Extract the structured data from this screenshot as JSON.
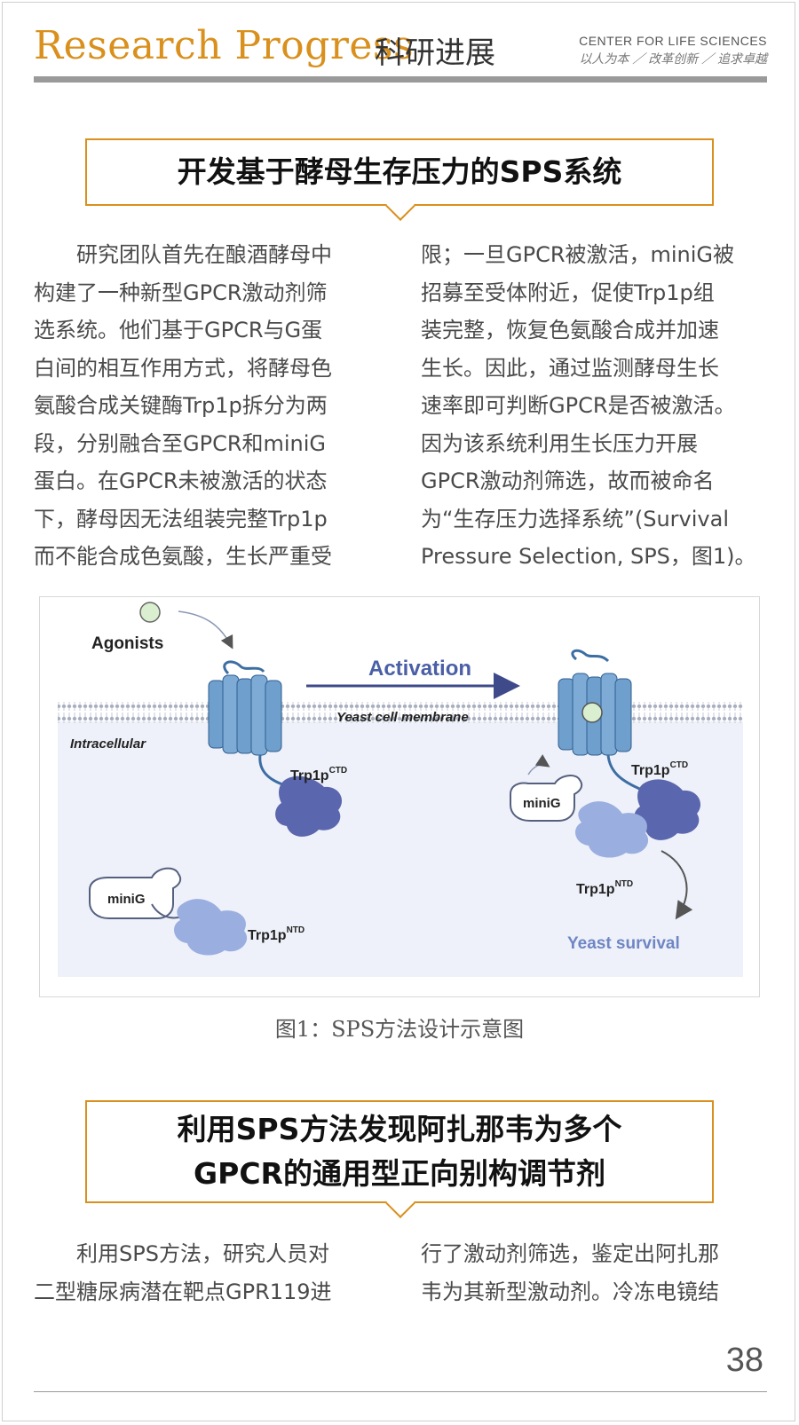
{
  "header": {
    "title_en": "Research Progress",
    "title_cn": "科研进展",
    "org": "CENTER FOR LIFE SCIENCES",
    "motto": "以人为本 ／ 改革创新 ／ 追求卓越"
  },
  "section1": {
    "heading": "开发基于酵母生存压力的SPS系统",
    "left_lines": [
      "　　研究团队首先在酿酒酵母中",
      "构建了一种新型GPCR激动剂筛",
      "选系统。他们基于GPCR与G蛋",
      "白间的相互作用方式，将酵母色",
      "氨酸合成关键酶Trp1p拆分为两",
      "段，分别融合至GPCR和miniG",
      "蛋白。在GPCR未被激活的状态",
      "下，酵母因无法组装完整Trp1p",
      "而不能合成色氨酸，生长严重受"
    ],
    "right_lines": [
      "限；一旦GPCR被激活，miniG被",
      "招募至受体附近，促使Trp1p组",
      "装完整，恢复色氨酸合成并加速",
      "生长。因此，通过监测酵母生长",
      "速率即可判断GPCR是否被激活。",
      "因为该系统利用生长压力开展",
      "GPCR激动剂筛选，故而被命名",
      "为“生存压力选择系统”(Survival",
      "Pressure Selection, SPS，图1)。"
    ]
  },
  "figure1": {
    "agonists": "Agonists",
    "activation": "Activation",
    "membrane": "Yeast cell membrane",
    "intracellular": "Intracellular",
    "trp_cterm": "Trp1p",
    "cterm_sup": "CTD",
    "trp_nterm": "Trp1p",
    "nterm_sup": "NTD",
    "minig": "miniG",
    "survival": "Yeast survival",
    "caption": "图1：SPS方法设计示意图"
  },
  "section2": {
    "heading_l1": "利用SPS方法发现阿扎那韦为多个",
    "heading_l2": "GPCR的通用型正向别构调节剂",
    "left_lines": [
      "　　利用SPS方法，研究人员对",
      "二型糖尿病潜在靶点GPR119进"
    ],
    "right_lines": [
      "行了激动剂筛选，鉴定出阿扎那",
      "韦为其新型激动剂。冷冻电镜结"
    ]
  },
  "page_number": "38",
  "colors": {
    "accent": "#d9901d",
    "receptor": "#6f9fcd",
    "trp": "#5a66ad",
    "trp_light": "#9aaee0",
    "cell_bg": "#eef1f9",
    "agonist": "#d9efcf"
  }
}
